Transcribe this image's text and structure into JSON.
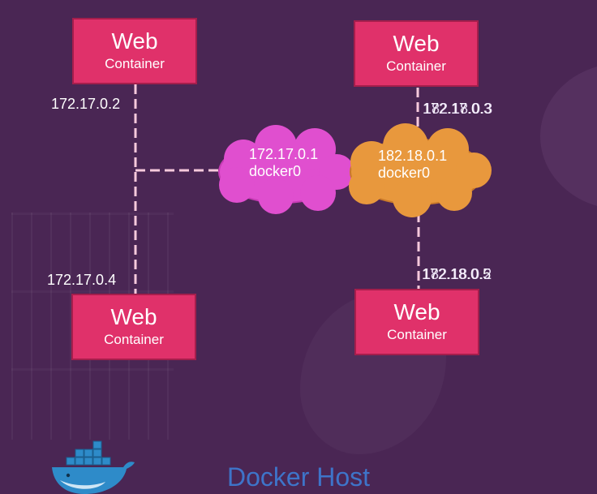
{
  "containers": [
    {
      "title": "Web",
      "subtitle": "Container"
    },
    {
      "title": "Web",
      "subtitle": "Container"
    },
    {
      "title": "Web",
      "subtitle": "Container"
    },
    {
      "title": "Web",
      "subtitle": "Container"
    }
  ],
  "ip_labels": {
    "top_left": "172.17.0.2",
    "bottom_left": "172.17.0.4",
    "top_right_a": "172.17.0.3",
    "top_right_b": "182.18.0.3",
    "bottom_right_a": "172.18.0.5",
    "bottom_right_b": "182.18.0.2"
  },
  "bridges": [
    {
      "ip": "172.17.0.1",
      "name": "docker0",
      "color": "#e04fcf"
    },
    {
      "ip": "182.18.0.1",
      "name": "docker0",
      "color": "#e8983d"
    }
  ],
  "host_title": "Docker Host",
  "colors": {
    "background": "#4a2654",
    "container": "#e0316a",
    "link": "#f7c9dc",
    "title": "#3e74c9"
  },
  "icons": [
    "docker-whale-logo"
  ]
}
